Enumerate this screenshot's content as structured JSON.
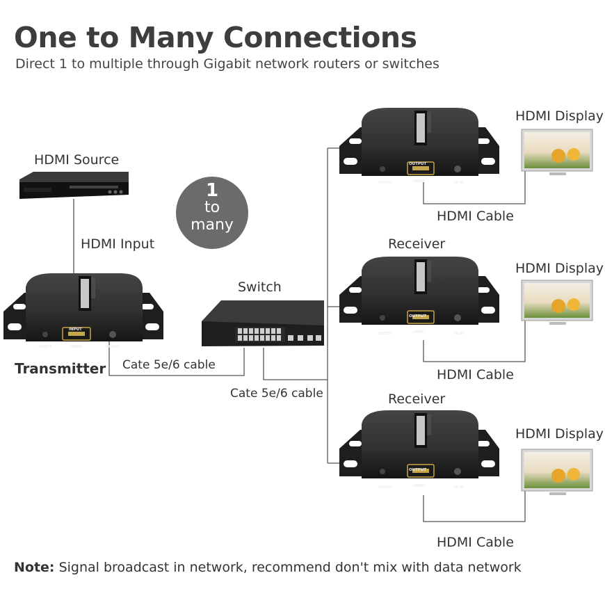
{
  "title": "One to Many Connections",
  "subtitle": "Direct 1 to multiple through Gigabit network routers or switches",
  "badge": {
    "number": "1",
    "word1": "to",
    "word2": "many"
  },
  "source": {
    "label": "HDMI Source"
  },
  "hdmi_input": {
    "label": "HDMI Input"
  },
  "transmitter": {
    "label": "Transmitter",
    "port_label": "INPUT",
    "reset": "RESET",
    "hdmi": "HDMI",
    "ir": "IR OUT"
  },
  "switch": {
    "label": "Switch"
  },
  "cable_tx": {
    "label": "Cate 5e/6 cable"
  },
  "cable_sw": {
    "label": "Cate 5e/6 cable"
  },
  "receivers": [
    {
      "label": "",
      "port_label": "OUTPUT",
      "reset": "RESET",
      "hdmi": "HDMI",
      "ir": "IR IN",
      "display": "HDMI Display",
      "cable": "HDMI Cable"
    },
    {
      "label": "Receiver",
      "port_label": "OUTPUT",
      "reset": "RESET",
      "hdmi": "HDMI",
      "ir": "IR IN",
      "display": "HDMI Display",
      "cable": "HDMI Cable"
    },
    {
      "label": "Receiver",
      "port_label": "OUTPUT",
      "reset": "RESET",
      "hdmi": "HDMI",
      "ir": "IR IN",
      "display": "HDMI Display",
      "cable": "HDMI Cable"
    }
  ],
  "note": {
    "prefix": "Note:",
    "text": " Signal broadcast in network, recommend don't mix with data network"
  },
  "colors": {
    "device": "#2a2a2a",
    "device_top": "#3a3a3a",
    "line": "#555555",
    "badge": "#6b6b6b",
    "hdmi_gold": "#c9a54a"
  }
}
